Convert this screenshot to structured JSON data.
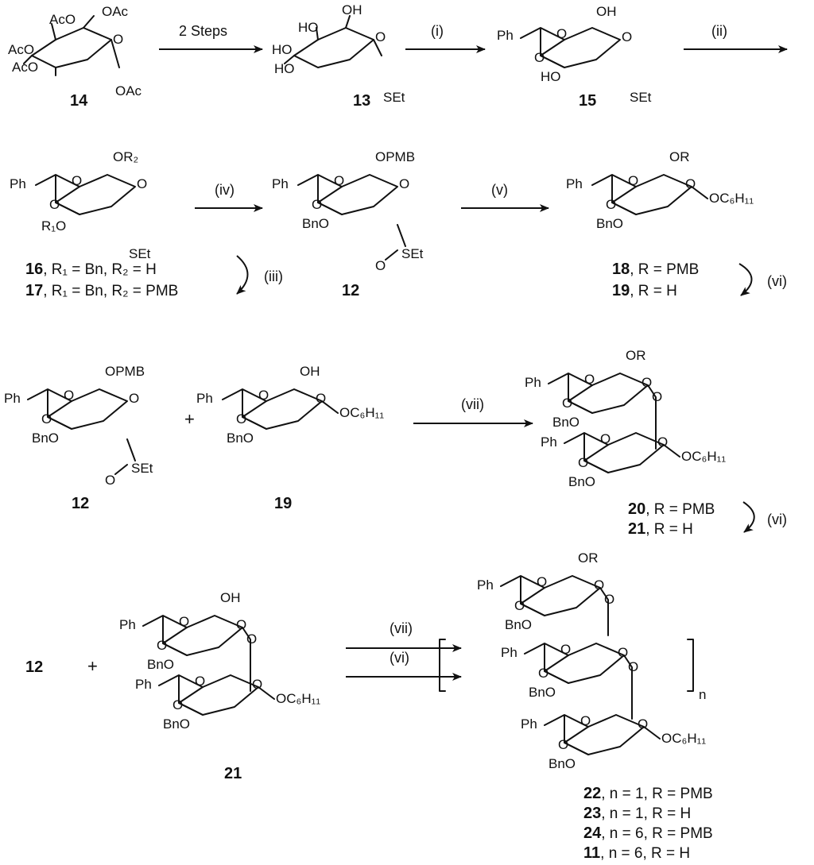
{
  "compounds": {
    "c14": "14",
    "c13": "13",
    "c15": "15",
    "c16_17_label16": "16",
    "c17": "17",
    "c12": "12",
    "c18": "18",
    "c19": "19",
    "c20": "20",
    "c21": "21",
    "c22": "22",
    "c23": "23",
    "c24": "24",
    "c11": "11"
  },
  "steps": {
    "two_steps": "2 Steps",
    "i": "(i)",
    "ii": "(ii)",
    "iii": "(iii)",
    "iv": "(iv)",
    "v": "(v)",
    "vi": "(vi)",
    "vii": "(vii)"
  },
  "captions": {
    "c16": ", R₁ = Bn, R₂ = H",
    "c17": ", R₁ = Bn, R₂ = PMB",
    "c18": ", R = PMB",
    "c19": ", R = H",
    "c20": ", R = PMB",
    "c21": ", R = H",
    "c22": ", n = 1, R = PMB",
    "c23": ", n = 1, R = H",
    "c24": ", n = 6, R = PMB",
    "c11": ", n = 6, R = H"
  },
  "atoms": {
    "OAc": "OAc",
    "AcO": "AcO",
    "SEt": "SEt",
    "HO": "HO",
    "OH": "OH",
    "Ph": "Ph",
    "O": "O",
    "OR2": "OR₂",
    "R1O": "R₁O",
    "OPMB": "OPMB",
    "BnO": "BnO",
    "OR": "OR",
    "OC6H11": "OC₆H₁₁",
    "plus": "+",
    "n": "n"
  }
}
